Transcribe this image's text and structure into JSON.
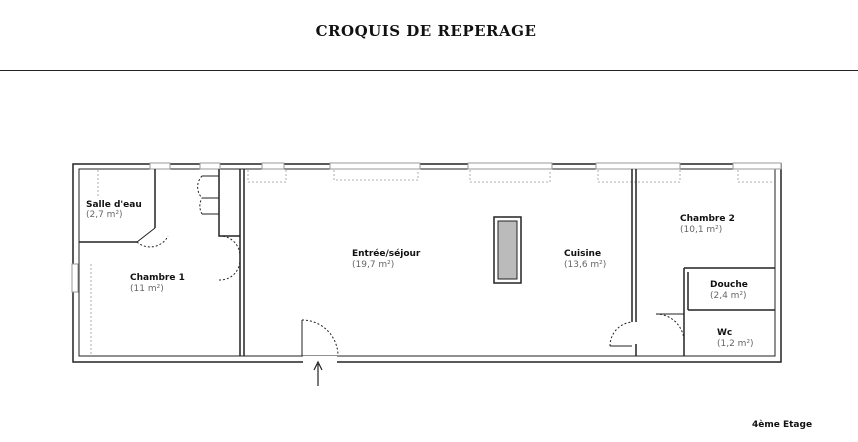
{
  "title": "CROQUIS DE REPERAGE",
  "floor_label": "4ème Etage",
  "rooms": {
    "salle_deau": {
      "name": "Salle d'eau",
      "area": "(2,7 m²)"
    },
    "chambre1": {
      "name": "Chambre 1",
      "area": "(11 m²)"
    },
    "sejour": {
      "name": "Entrée/séjour",
      "area": "(19,7 m²)"
    },
    "cuisine": {
      "name": "Cuisine",
      "area": "(13,6 m²)"
    },
    "chambre2": {
      "name": "Chambre 2",
      "area": "(10,1 m²)"
    },
    "douche": {
      "name": "Douche",
      "area": "(2,4 m²)"
    },
    "wc": {
      "name": "Wc",
      "area": "(1,2 m²)"
    }
  },
  "colors": {
    "wall": "#222222",
    "window": "#999999",
    "fill": "#ffffff"
  }
}
